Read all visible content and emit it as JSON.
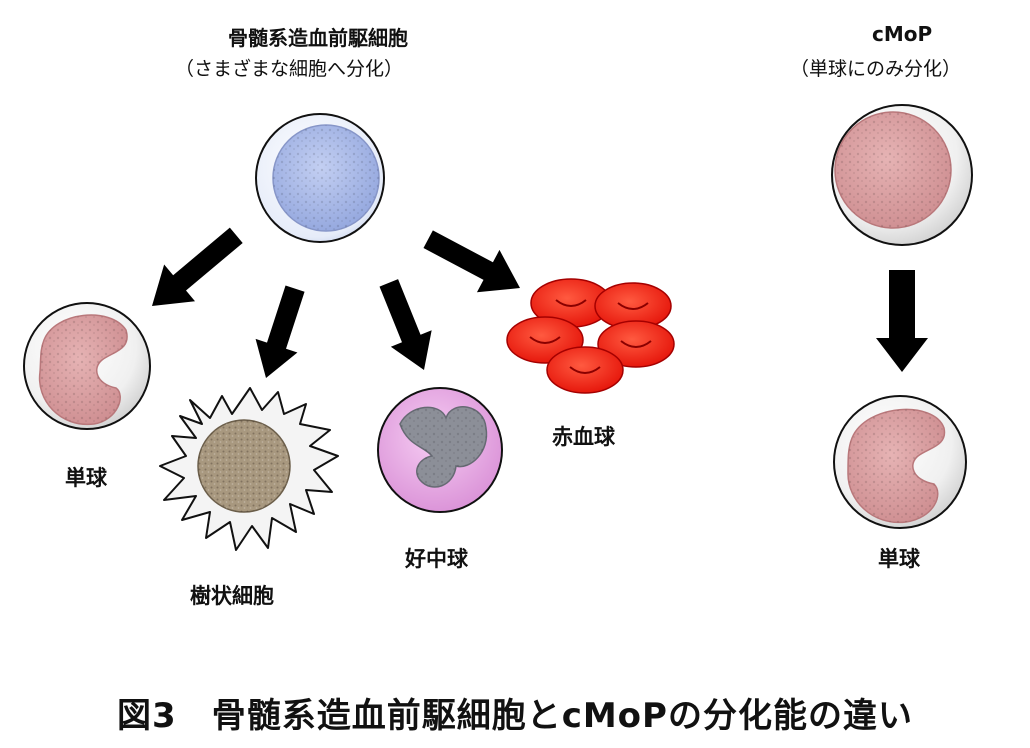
{
  "left_group": {
    "title": "骨髄系造血前駆細胞",
    "subtitle": "（さまざまな細胞へ分化）"
  },
  "right_group": {
    "title": "cMoP",
    "subtitle": "（単球にのみ分化）"
  },
  "cells": {
    "monocyte_left": "単球",
    "dendritic": "樹状細胞",
    "neutrophil": "好中球",
    "erythrocyte": "赤血球",
    "monocyte_right": "単球"
  },
  "caption": "図3　骨髄系造血前駆細胞とcMoPの分化能の違い",
  "colors": {
    "progenitor_nucleus": "#aab9e6",
    "monocyte_nucleus": "#d99ea0",
    "neutrophil_cytoplasm": "#e9a6e6",
    "neutrophil_nucleus": "#8c8f98",
    "dendritic_nucleus": "#a8987f",
    "erythrocyte": "#ff2a1a",
    "arrow": "#000000"
  }
}
